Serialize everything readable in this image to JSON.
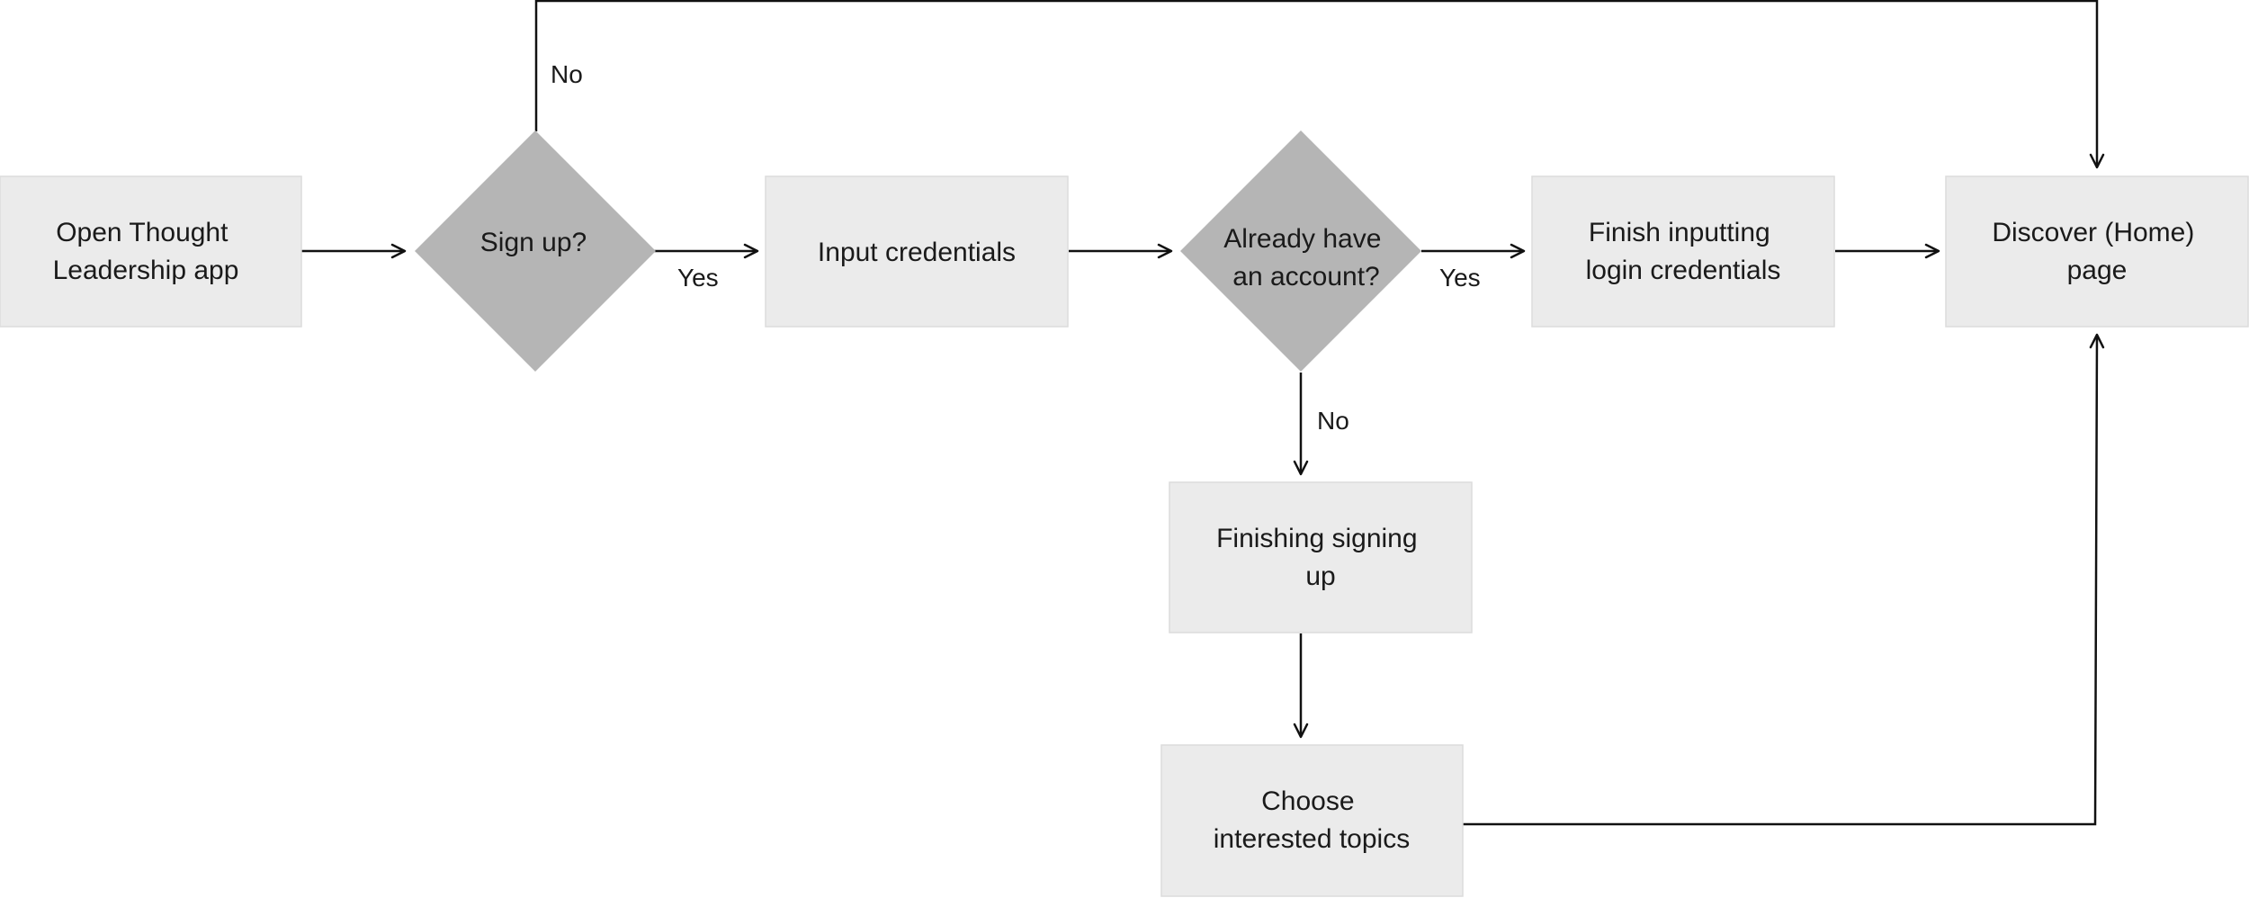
{
  "nodes": {
    "open_app": [
      "Open Thought",
      "Leadership app"
    ],
    "sign_up": [
      "Sign up?"
    ],
    "input_credentials": [
      "Input credentials"
    ],
    "already_account": [
      "Already have",
      "an account?"
    ],
    "finish_login": [
      "Finish inputting",
      "login credentials"
    ],
    "discover_page": [
      "Discover (Home)",
      "page"
    ],
    "finishing_signup": [
      "Finishing signing",
      "up"
    ],
    "choose_topics": [
      "Choose",
      "interested topics"
    ]
  },
  "edge_labels": {
    "signup_no": "No",
    "signup_yes": "Yes",
    "account_yes": "Yes",
    "account_no": "No"
  }
}
